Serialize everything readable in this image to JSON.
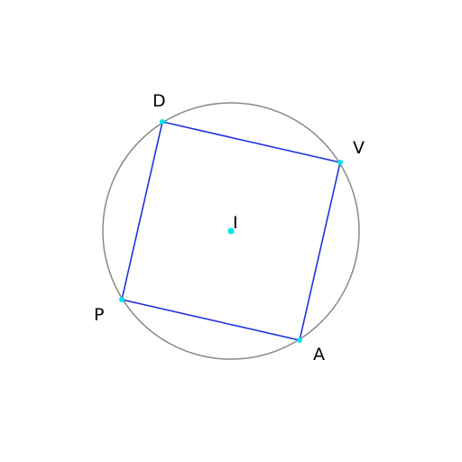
{
  "figure": {
    "background_color": "#ffffff",
    "circle": {
      "center_label": "I",
      "stroke_color": "#888888"
    },
    "square": {
      "vertex_order": [
        "D",
        "V",
        "A",
        "P"
      ],
      "stroke_color": "#2233dd"
    },
    "point_color": "#00e5ee",
    "points": [
      {
        "id": "I",
        "label": "I"
      },
      {
        "id": "D",
        "label": "D"
      },
      {
        "id": "V",
        "label": "V"
      },
      {
        "id": "A",
        "label": "A"
      },
      {
        "id": "P",
        "label": "P"
      }
    ]
  }
}
